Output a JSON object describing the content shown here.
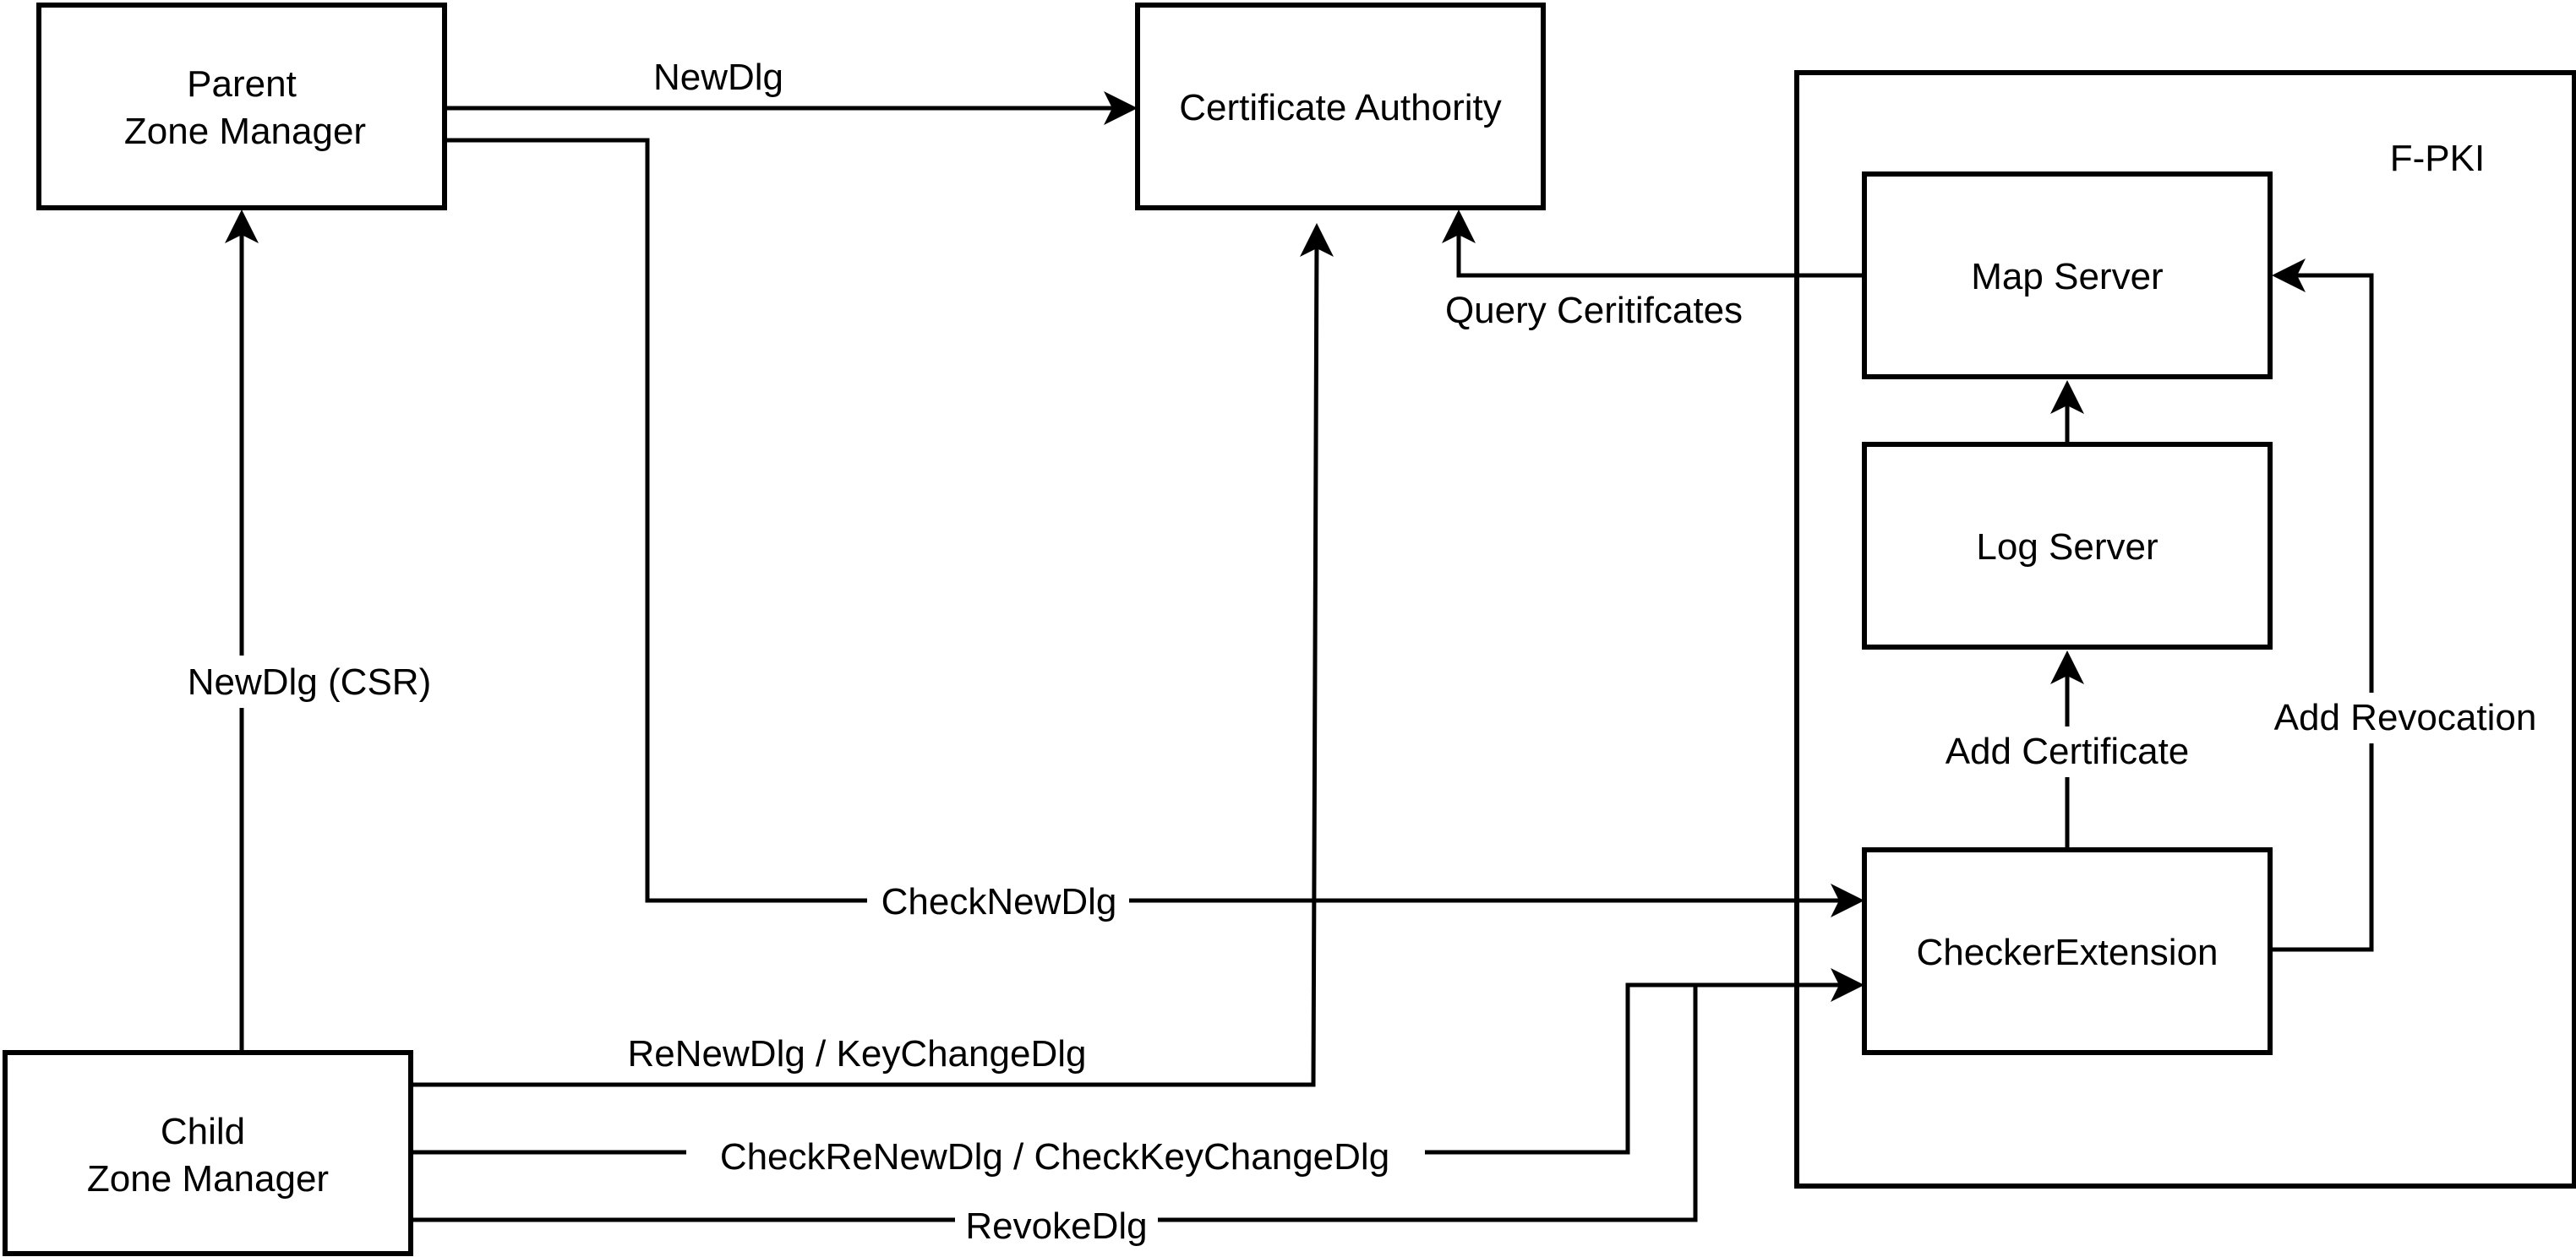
{
  "nodes": {
    "parent_zone_manager": {
      "line1": "Parent",
      "line2": "Zone Manager"
    },
    "child_zone_manager": {
      "line1": "Child",
      "line2": "Zone Manager"
    },
    "certificate_authority": {
      "label": "Certificate Authority"
    },
    "map_server": {
      "label": "Map Server"
    },
    "log_server": {
      "label": "Log Server"
    },
    "checker_extension": {
      "label": "CheckerExtension"
    }
  },
  "groups": {
    "fpki": {
      "label": "F-PKI"
    }
  },
  "edges": {
    "newdlg": "NewDlg",
    "newdlg_csr": "NewDlg (CSR)",
    "checknewdlg": "CheckNewDlg",
    "renewdlg_keychangedlg": "ReNewDlg / KeyChangeDlg",
    "checkrenewdlg_checkkeychangedlg": "CheckReNewDlg / CheckKeyChangeDlg",
    "revokedlg": "RevokeDlg",
    "query_certificates": "Query Ceritifcates",
    "add_certificate": "Add Certificate",
    "add_revocation": "Add Revocation"
  },
  "colors": {
    "stroke": "#000000",
    "background": "#ffffff"
  }
}
